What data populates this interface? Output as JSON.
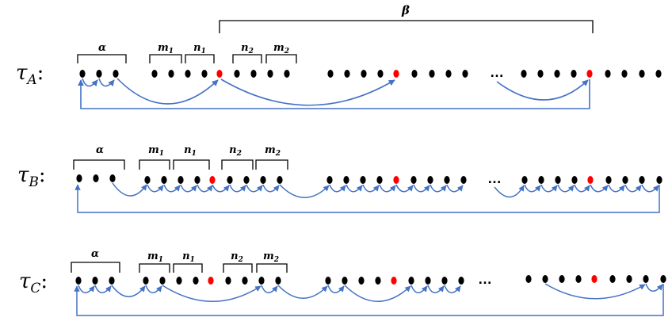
{
  "colors": {
    "dot": "#000000",
    "highlight": "#ff0000",
    "arrow": "#4472c4",
    "bracket": "#000000"
  },
  "rows": [
    {
      "id": "A",
      "symbol": "τ",
      "subscript": "A",
      "suffix": ":",
      "labels": {
        "alpha": "α",
        "m1": [
          "m",
          "1"
        ],
        "n1": [
          "n",
          "1"
        ],
        "n2": [
          "n",
          "2"
        ],
        "m2": [
          "m",
          "2"
        ]
      },
      "beta": "β",
      "ellipsis": "…"
    },
    {
      "id": "B",
      "symbol": "τ",
      "subscript": "B",
      "suffix": ":",
      "labels": {
        "alpha": "α",
        "m1": [
          "m",
          "1"
        ],
        "n1": [
          "n",
          "1"
        ],
        "n2": [
          "n",
          "2"
        ],
        "m2": [
          "m",
          "2"
        ]
      },
      "ellipsis": "…"
    },
    {
      "id": "C",
      "symbol": "τ",
      "subscript": "C",
      "suffix": ":",
      "labels": {
        "alpha": "α",
        "m1": [
          "m",
          "1"
        ],
        "n1": [
          "n",
          "1"
        ],
        "n2": [
          "n",
          "2"
        ],
        "m2": [
          "m",
          "2"
        ]
      },
      "ellipsis": "…"
    }
  ]
}
